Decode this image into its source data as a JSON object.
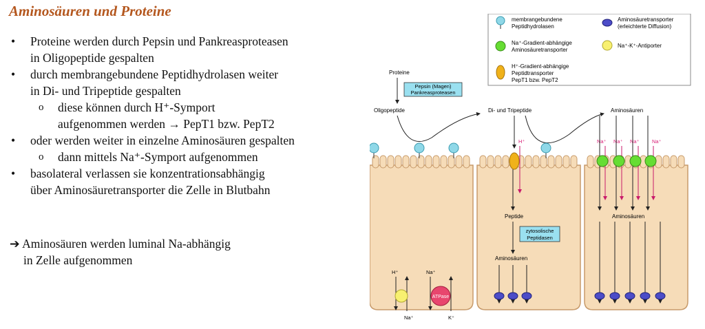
{
  "title": "Aminosäuren und Proteine",
  "bullets": [
    {
      "level": 1,
      "lines": [
        "Proteine werden durch Pepsin und Pankreasproteasen",
        "in Oligopeptide gespalten"
      ]
    },
    {
      "level": 1,
      "lines": [
        "durch membrangebundene Peptidhydrolasen weiter",
        "in Di- und Tripeptide gespalten"
      ]
    },
    {
      "level": 2,
      "lines": [
        "diese können durch H⁺-Symport",
        "aufgenommen werden → PepT1 bzw. PepT2"
      ]
    },
    {
      "level": 1,
      "lines": [
        "oder werden weiter in einzelne Aminosäuren gespalten"
      ]
    },
    {
      "level": 2,
      "lines": [
        "dann mittels Na⁺-Symport aufgenommen"
      ]
    },
    {
      "level": 1,
      "lines": [
        "basolateral verlassen sie konzentrationsabhängig",
        "über Aminosäuretransporter die Zelle in Blutbahn"
      ]
    }
  ],
  "bullet_symbol": "•",
  "sub_bullet_symbol": "o",
  "conclusion": {
    "arrow": "➔",
    "line1": "Aminosäuren werden luminal Na-abhängig",
    "line2": "in Zelle aufgenommen"
  },
  "diagram": {
    "legend": {
      "hydrolase_line1": "membrangebundene",
      "hydrolase_line2": "Peptidhydrolasen",
      "na_transporter_line1": "Na⁺-Gradient-abhängige",
      "na_transporter_line2": "Aminosäuretransporter",
      "h_transporter_line1": "H⁺-Gradient-abhängige",
      "h_transporter_line2": "Peptidtransporter",
      "h_transporter_line3": "PepT1 bzw. PepT2",
      "aa_transporter_line1": "Aminosäuretransporter",
      "aa_transporter_line2": "(erleichterte Diffusion)",
      "antiporter": "Na⁺-K⁺-Antiporter"
    },
    "labels": {
      "proteine": "Proteine",
      "pepsin_line1": "Pepsin (Magen)",
      "pepsin_line2": "Pankreasproteasen",
      "oligopeptide": "Oligopeptide",
      "di_tripeptide": "Di- und Tripeptide",
      "aminosaeuren_top": "Aminosäuren",
      "h_plus": "H⁺",
      "na_plus": "Na⁺",
      "peptide": "Peptide",
      "zyto_line1": "zytosolische",
      "zyto_line2": "Peptidasen",
      "aminosaeuren_mid": "Aminosäuren",
      "aminosaeuren_right": "Aminosäuren",
      "atpase": "ATPase",
      "k_plus": "K⁺"
    },
    "colors": {
      "cell_fill": "#f6dcb8",
      "cell_stroke": "#c79a6a",
      "hydrolase": "#8fd8e8",
      "na_transporter": "#66dd33",
      "h_transporter": "#f0b21a",
      "aa_transporter": "#4c4cc8",
      "antiporter": "#f8f070",
      "atpase": "#e8466e",
      "ion_label": "#d81b75",
      "label_box": "#9ae0f0"
    }
  }
}
